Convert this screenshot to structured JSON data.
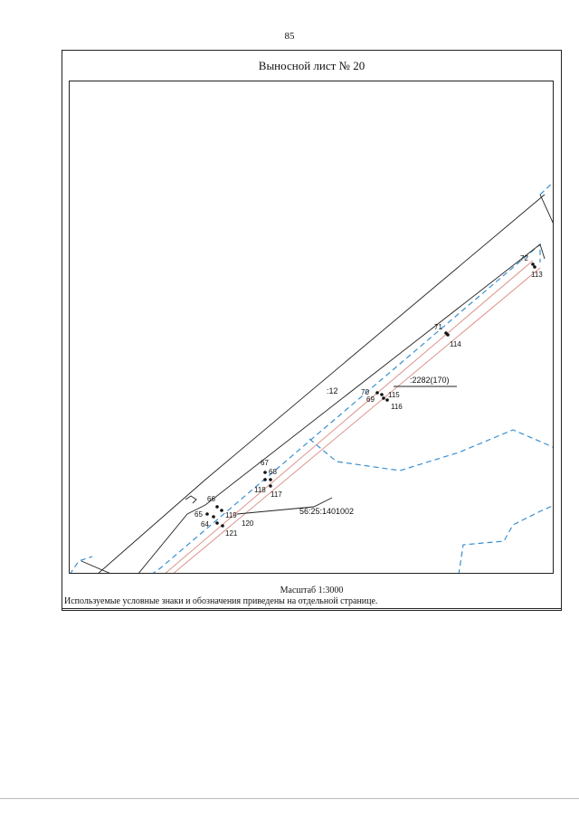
{
  "page_number": "85",
  "sheet_title": "Выносной лист № 20",
  "scale_text": "Масштаб 1:3000",
  "legend_note": "Используемые условные знаки и обозначения приведены на отдельной странице.",
  "map": {
    "parcel_label": ":12",
    "quarter_label": "56:25:1401002",
    "zone_label": ":2282(170)",
    "points": {
      "p72": "72",
      "p113": "113",
      "p71": "71",
      "p114": "114",
      "p70": "70",
      "p69": "69",
      "p115": "115",
      "p116": "116",
      "p67": "67",
      "p68": "68",
      "p118": "118",
      "p117": "117",
      "p66": "66",
      "p65": "65",
      "p64": "64",
      "p119": "119",
      "p120": "120",
      "p121": "121"
    },
    "colors": {
      "boundary": "#222222",
      "quarter_boundary": "#3a8fd0",
      "zone_boundary": "#d98a80"
    }
  }
}
